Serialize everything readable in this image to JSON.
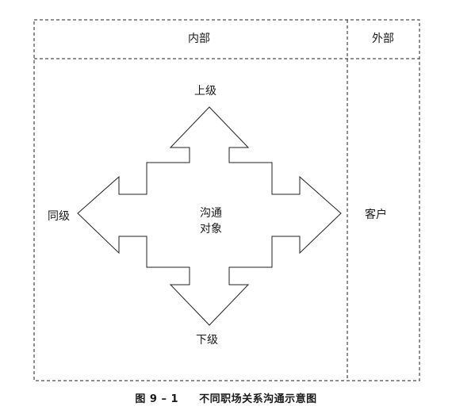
{
  "header": {
    "internal": "内部",
    "external": "外部"
  },
  "directions": {
    "up": "上级",
    "down": "下级",
    "left": "同级",
    "external_party": "客户"
  },
  "center": {
    "line1": "沟通",
    "line2": "对象"
  },
  "caption": {
    "figure_number": "图 9 – 1",
    "title": "不同职场关系沟通示意图"
  }
}
